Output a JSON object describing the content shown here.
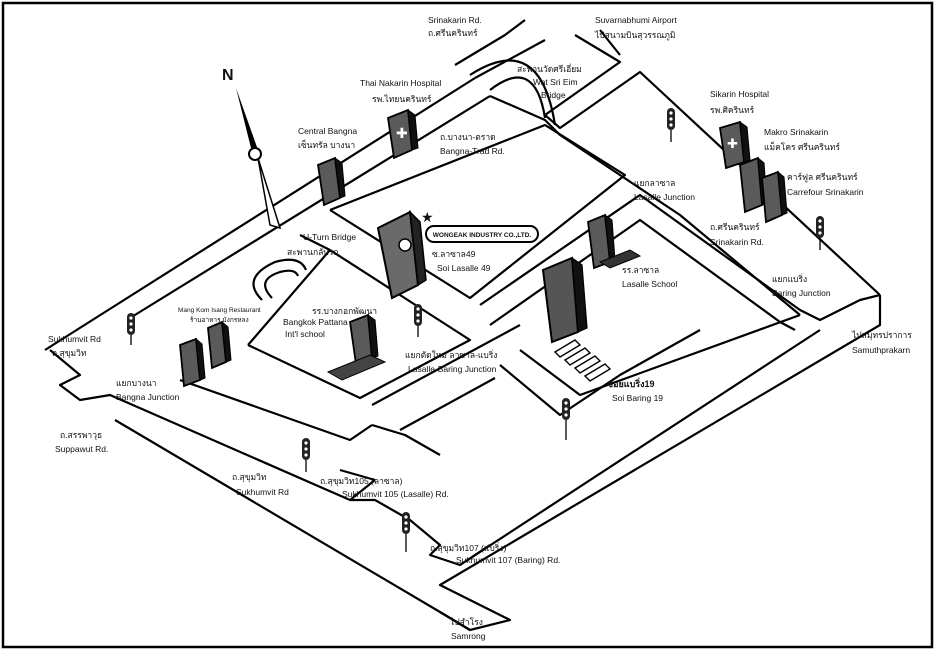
{
  "compass": {
    "north_letter": "N"
  },
  "company": {
    "name": "WONGEAK INDUSTRY CO.,LTD."
  },
  "labels": {
    "srinakarin_rd_top": {
      "th": "ถ.ศรีนครินทร์",
      "en": "Srinakarin Rd."
    },
    "suvarnabhumi": {
      "th": "ไปสนามบินสุวรรณภูมิ",
      "en": "Suvarnabhumi Airport"
    },
    "wat_sri_eim": {
      "th": "สะพานวัดศรีเอี่ยม",
      "en": "Wat Sri Eim",
      "en2": "Bridge"
    },
    "thai_nakarin": {
      "en": "Thai Nakarin Hospital",
      "th": "รพ.ไทยนครินทร์"
    },
    "central_bangna": {
      "en": "Central Bangna",
      "th": "เซ็นทรัล บางนา"
    },
    "bangna_trad": {
      "th": "ถ.บางนา-ตราด",
      "en": "Bangna-Trad Rd."
    },
    "sikarin": {
      "en": "Sikarin Hospital",
      "th": "รพ.ศิครินทร์"
    },
    "makro": {
      "en": "Makro Srinakarin",
      "th": "แม็คโคร ศรีนครินทร์"
    },
    "carrefour": {
      "th": "คาร์ฟูล ศรีนครินทร์",
      "en": "Carrefour Srinakarin"
    },
    "lasalle_junction": {
      "th": "แยกลาซาล",
      "en": "Lasalle Junction"
    },
    "srinakarin_rd_right": {
      "th": "ถ.ศรีนครินทร์",
      "en": "Srinakarin Rd."
    },
    "u_turn": {
      "en": "U-Turn Bridge",
      "th": "สะพานกลับรถ"
    },
    "soi_lasalle_49": {
      "th": "ซ.ลาซาล49",
      "en": "Soi Lasalle 49"
    },
    "lasalle_school": {
      "th": "รร.ลาซาล",
      "en": "Lasalle School"
    },
    "baring_junction": {
      "th": "แยกแบริ่ง",
      "en": "Baring Junction"
    },
    "samuthprakarn": {
      "th": "ไปสมุทรปราการ",
      "en": "Samuthprakarn"
    },
    "mang_kom": {
      "en": "Mang Kom Isang Restaurant",
      "th": "ร้านอาหาร มังกรหลง"
    },
    "bangkok_pattana": {
      "th": "รร.บางกอกพัฒนา",
      "en": "Bangkok Pattana",
      "en2": "Int'l school"
    },
    "sukhumvit_rd_left": {
      "en": "Sukhumvit Rd",
      "th": "ถ.สุขุมวิท"
    },
    "bangna_junction": {
      "th": "แยกบางนา",
      "en": "Bangna Junction"
    },
    "suppawut": {
      "th": "ถ.สรรพาวุธ",
      "en": "Suppawut Rd."
    },
    "lasalle_baring_junction": {
      "th": "แยกตัดใหม่ ลาซาล-แบริ่ง",
      "en": "Lasalle-Baring Junction"
    },
    "soi_baring_19": {
      "th": "ซอยแบริ่ง19",
      "en": "Soi Baring 19"
    },
    "sukhumvit_rd_bottom": {
      "th": "ถ.สุขุมวิท",
      "en": "Sukhumvit Rd"
    },
    "sukhumvit_105": {
      "th": "ถ.สุขุมวิท105 (ลาซาล)",
      "en": "Sukhumvit 105 (Lasalle) Rd."
    },
    "sukhumvit_107": {
      "th": "ถ.สุขุมวิท107 (แบริ่ง)",
      "en": "Sukhumvit 107 (Baring) Rd."
    },
    "samrong": {
      "th": "ไปสำโรง",
      "en": "Samrong"
    }
  }
}
